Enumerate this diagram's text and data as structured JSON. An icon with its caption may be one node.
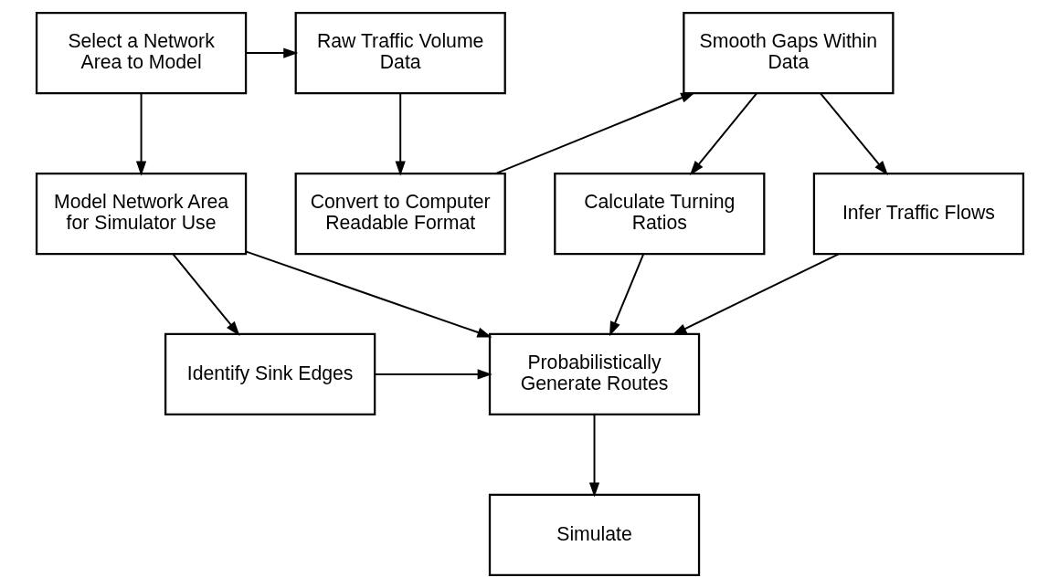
{
  "diagram": {
    "nodes": [
      {
        "text": [
          "Select a Network Area to Model"
        ]
      },
      {
        "text": [
          "Raw Traffic Volume Data"
        ]
      },
      {
        "text": [
          "Smooth Gaps Within Data"
        ]
      },
      {
        "text": [
          "Model Network Area for Simulator Use"
        ]
      },
      {
        "text": [
          "Convert to Computer Readable Format"
        ]
      },
      {
        "text": [
          "Calculate Turning Ratios"
        ]
      },
      {
        "text": [
          "Infer Traffic Flows"
        ]
      },
      {
        "text": [
          "Identify Sink Edges"
        ]
      },
      {
        "text": [
          "Probabilistically Generate Routes"
        ]
      },
      {
        "text": [
          "Simulate"
        ]
      }
    ],
    "edges": [
      {
        "from": 0,
        "to": 1,
        "arrow": "to"
      },
      {
        "from": 0,
        "to": 3,
        "arrow": "to"
      },
      {
        "from": 1,
        "to": 4,
        "arrow": "to"
      },
      {
        "from": 4,
        "to": 2,
        "arrow": "to"
      },
      {
        "from": 2,
        "to": 5,
        "arrow": "to"
      },
      {
        "from": 2,
        "to": 6,
        "arrow": "to"
      },
      {
        "from": 3,
        "to": 7,
        "arrow": "to"
      },
      {
        "from": 3,
        "to": 8,
        "arrow": "to"
      },
      {
        "from": 5,
        "to": 8,
        "arrow": "to"
      },
      {
        "from": 6,
        "to": 8,
        "arrow": "to"
      },
      {
        "from": 7,
        "to": 8,
        "arrow": "to"
      },
      {
        "from": 8,
        "to": 9,
        "arrow": "to"
      }
    ]
  }
}
